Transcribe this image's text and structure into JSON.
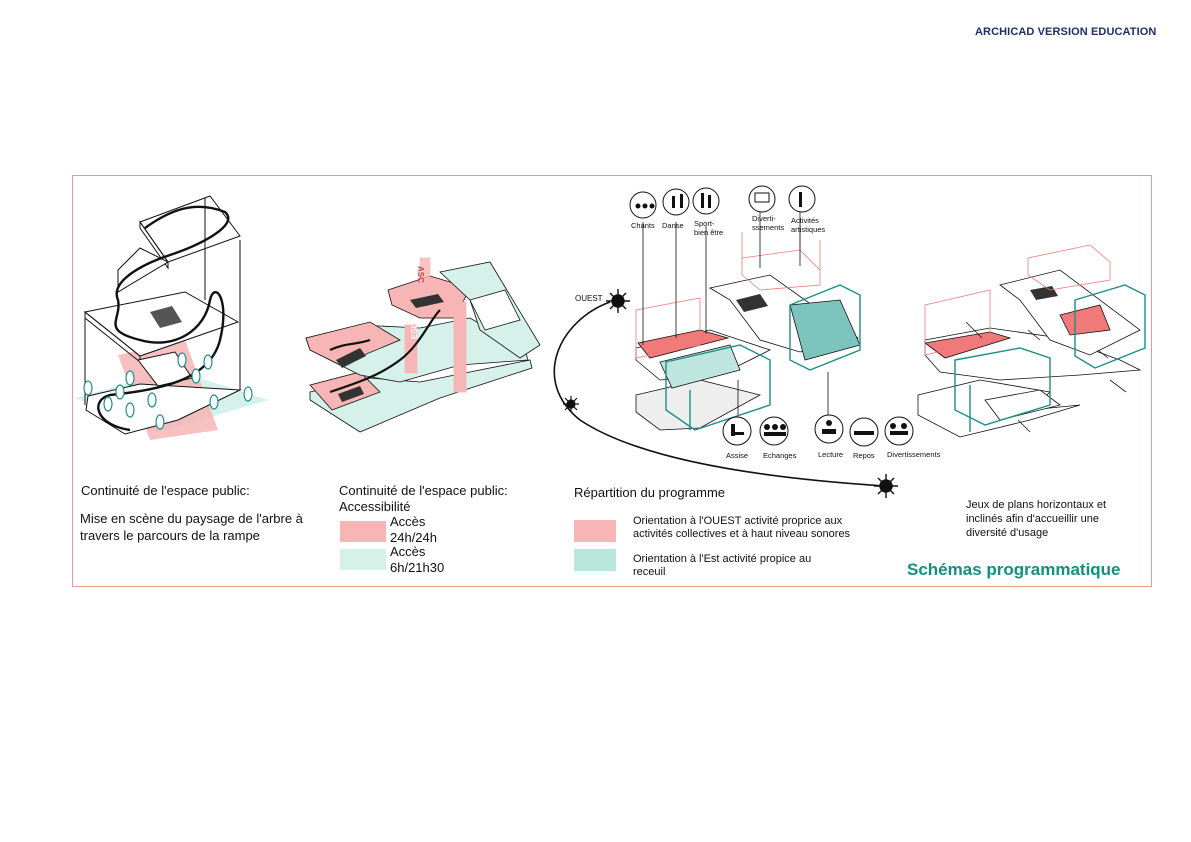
{
  "header": {
    "watermark": "ARCHICAD VERSION EDUCATION"
  },
  "colors": {
    "pink": "#f7b5b5",
    "mint": "#d6f1ea",
    "teal": "#1a8f8a",
    "frame": "#e89a9a",
    "title": "#13907f",
    "watermark": "#1f2d6b"
  },
  "panel1": {
    "heading": "Continuité de l'espace public:",
    "text": "Mise en scène du paysage de l'arbre à travers le parcours de la rampe"
  },
  "panel2": {
    "heading": "Continuité de l'espace public:",
    "subheading": "Accessibilité",
    "legend": [
      {
        "label_line1": "Accès",
        "label_line2": "24h/24h",
        "color": "#f7b5b5"
      },
      {
        "label_line1": "Accès",
        "label_line2": "6h/21h30",
        "color": "#d6f1ea"
      }
    ],
    "tags": {
      "esc": "ESC",
      "asc": "ASC"
    }
  },
  "panel3": {
    "heading": "Répartition du programme",
    "sun_label": "OUEST",
    "icons_top": [
      {
        "label": "Chants",
        "icon": "choir-icon"
      },
      {
        "label": "Danse",
        "icon": "dance-icon"
      },
      {
        "label": "Sport- bien être",
        "icon": "sport-icon"
      },
      {
        "label": "Diverti- ssements",
        "icon": "screen-icon"
      },
      {
        "label": "Activités artistiques",
        "icon": "art-icon"
      }
    ],
    "icons_bottom": [
      {
        "label": "Assise",
        "icon": "seat-icon"
      },
      {
        "label": "Echanges",
        "icon": "meeting-icon"
      },
      {
        "label": "Lecture",
        "icon": "reading-icon"
      },
      {
        "label": "Repos",
        "icon": "rest-icon"
      },
      {
        "label": "Divertissements",
        "icon": "games-icon"
      }
    ],
    "legend": [
      {
        "text": "Orientation à l'OUEST activité proprice aux activités collectives et à haut niveau sonores",
        "color": "#f7b5b5"
      },
      {
        "text": "Orientation à l'Est activité propice au receuil",
        "color": "#b9e6dd"
      }
    ]
  },
  "panel4": {
    "text": "Jeux de plans horizontaux et inclinés afin d'accueillir une diversité d'usage"
  },
  "title": "Schémas programmatique"
}
